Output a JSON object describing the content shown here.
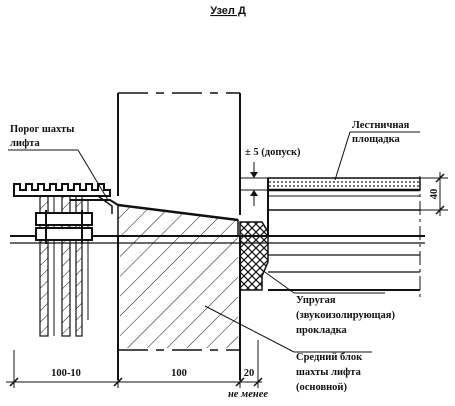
{
  "title": "Узел Д",
  "labels": {
    "threshold_line1": "Порог шахты",
    "threshold_line2": "лифта",
    "landing_line1": "Лестничная",
    "landing_line2": "площадка",
    "tolerance": "± 5 (допуск)",
    "gasket_line1": "Упругая",
    "gasket_line2": "(звукоизолирующая)",
    "gasket_line3": "прокладка",
    "block_line1": "Средний блок",
    "block_line2": "шахты лифта",
    "block_line3": "(основной)"
  },
  "dimensions": {
    "left_span": "100-10",
    "middle_span": "100",
    "gap_span": "20",
    "gap_note": "не менее",
    "landing_thickness": "40"
  }
}
